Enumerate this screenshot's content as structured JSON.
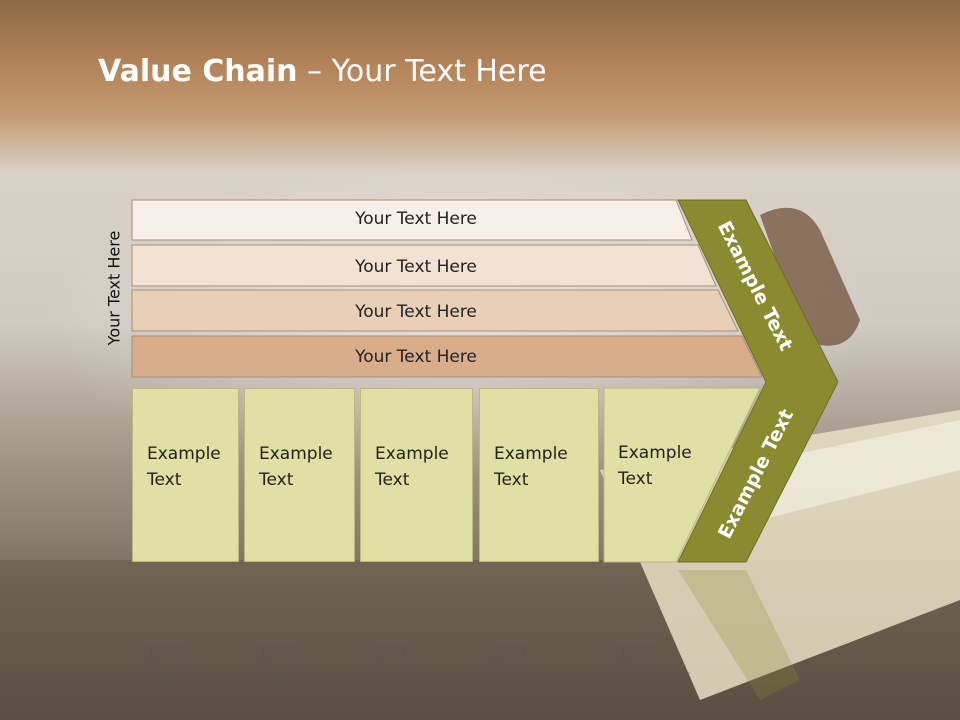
{
  "title": {
    "bold": "Value Chain",
    "rest": " – Your Text Here"
  },
  "side_label": "Your Text Here",
  "rows": [
    {
      "label": "Your Text Here",
      "color": "#f7efe9"
    },
    {
      "label": "Your Text Here",
      "color": "#f1e2d4"
    },
    {
      "label": "Your Text Here",
      "color": "#e9cfb6"
    },
    {
      "label": "Your Text Here",
      "color": "#d9ad8a"
    }
  ],
  "boxes": [
    {
      "line1": "Example",
      "line2": "Text"
    },
    {
      "line1": "Example",
      "line2": "Text"
    },
    {
      "line1": "Example",
      "line2": "Text"
    },
    {
      "line1": "Example",
      "line2": "Text"
    },
    {
      "line1": "Example",
      "line2": "Text"
    }
  ],
  "chevron": {
    "upper": "Example Text",
    "lower": "Example Text",
    "color": "#8a8a30"
  }
}
